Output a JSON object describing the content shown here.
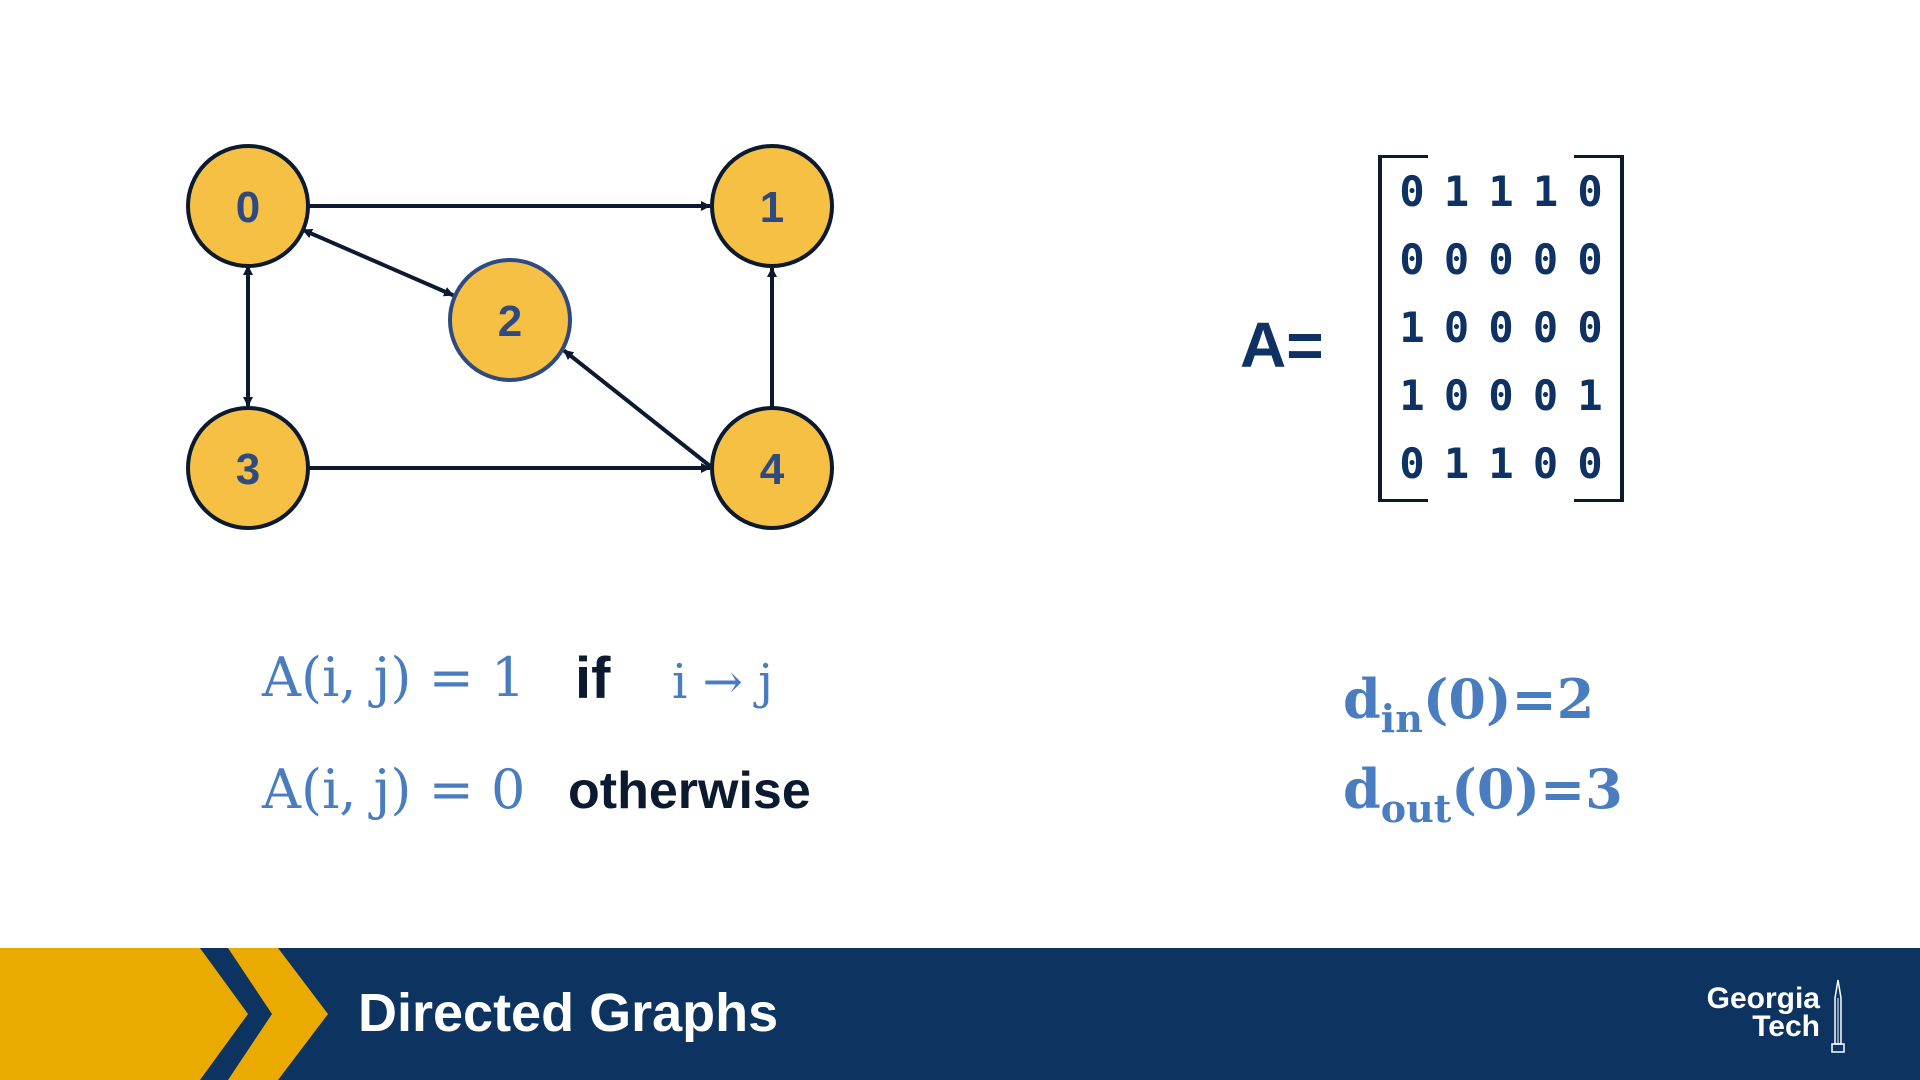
{
  "graph": {
    "nodes": [
      {
        "id": "0",
        "label": "0"
      },
      {
        "id": "1",
        "label": "1"
      },
      {
        "id": "2",
        "label": "2"
      },
      {
        "id": "3",
        "label": "3"
      },
      {
        "id": "4",
        "label": "4"
      }
    ],
    "edges": [
      {
        "from": "0",
        "to": "1",
        "bidirectional": false
      },
      {
        "from": "0",
        "to": "2",
        "bidirectional": true
      },
      {
        "from": "0",
        "to": "3",
        "bidirectional": true
      },
      {
        "from": "3",
        "to": "4",
        "bidirectional": false
      },
      {
        "from": "4",
        "to": "1",
        "bidirectional": false
      },
      {
        "from": "4",
        "to": "2",
        "bidirectional": false
      }
    ],
    "node_fill": "#f5c043",
    "node_stroke": "#0b1a2e",
    "node_2_stroke": "#2e4a80",
    "label_color": "#2e4a80",
    "edge_color": "#0b1a2e"
  },
  "matrix": {
    "label": "A=",
    "rows": [
      [
        "0",
        "1",
        "1",
        "1",
        "0"
      ],
      [
        "0",
        "0",
        "0",
        "0",
        "0"
      ],
      [
        "1",
        "0",
        "0",
        "0",
        "0"
      ],
      [
        "1",
        "0",
        "0",
        "0",
        "1"
      ],
      [
        "0",
        "1",
        "1",
        "0",
        "0"
      ]
    ]
  },
  "definitions": {
    "line1_formula": "A(i, j) = 1",
    "line1_word": "if",
    "line1_condition": "i → j",
    "line2_formula": "A(i, j) = 0",
    "line2_word": "otherwise"
  },
  "degrees": {
    "in_d": "d",
    "in_sub": "in",
    "in_rest": "(0)=2",
    "out_d": "d",
    "out_sub": "out",
    "out_rest": "(0)=3"
  },
  "footer": {
    "title": "Directed Graphs",
    "logo_line1": "Georgia",
    "logo_line2": "Tech",
    "background": "#0d3461",
    "chevron_color": "#eaaa00"
  }
}
